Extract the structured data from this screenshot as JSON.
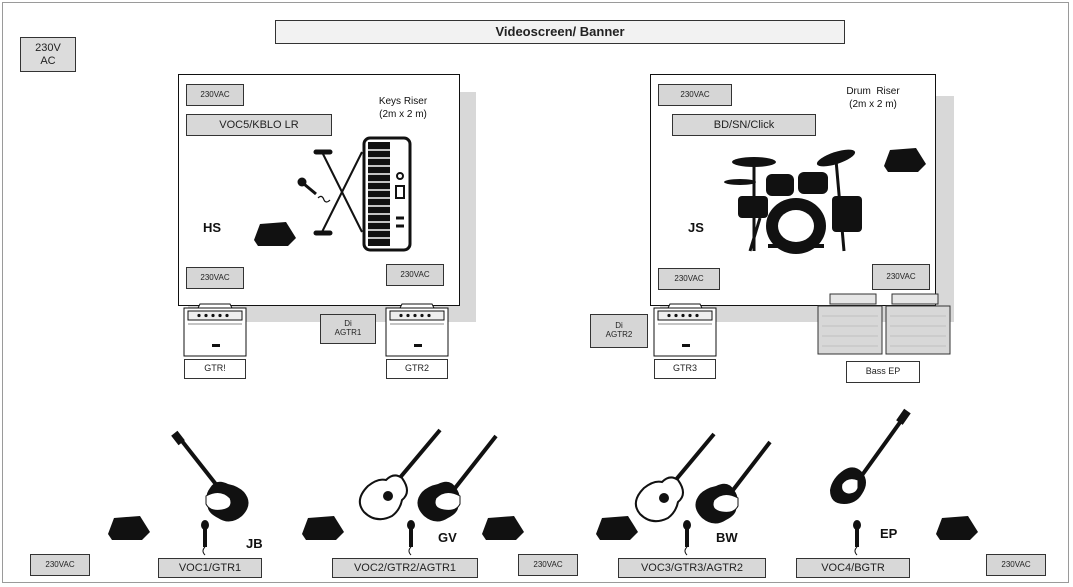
{
  "banner": "Videoscreen/ Banner",
  "main_power": "230V\nAC",
  "outlet": "230VAC",
  "keys_riser": {
    "title": "Keys Riser\n(2m x 2 m)",
    "channel": "VOC5/KBLO LR",
    "musician": "HS"
  },
  "drum_riser": {
    "title": "Drum  Riser\n(2m x 2 m)",
    "channel": "BD/SN/Click",
    "musician": "JS"
  },
  "di_boxes": [
    "Di\nAGTR1",
    "Di\nAGTR2"
  ],
  "amps": [
    "GTR!",
    "GTR2",
    "GTR3",
    "Bass EP"
  ],
  "front": {
    "musicians": [
      "JB",
      "GV",
      "BW",
      "EP"
    ],
    "channels": [
      "VOC1/GTR1",
      "VOC2/GTR2/AGTR1",
      "VOC3/GTR3/AGTR2",
      "VOC4/BGTR"
    ]
  }
}
